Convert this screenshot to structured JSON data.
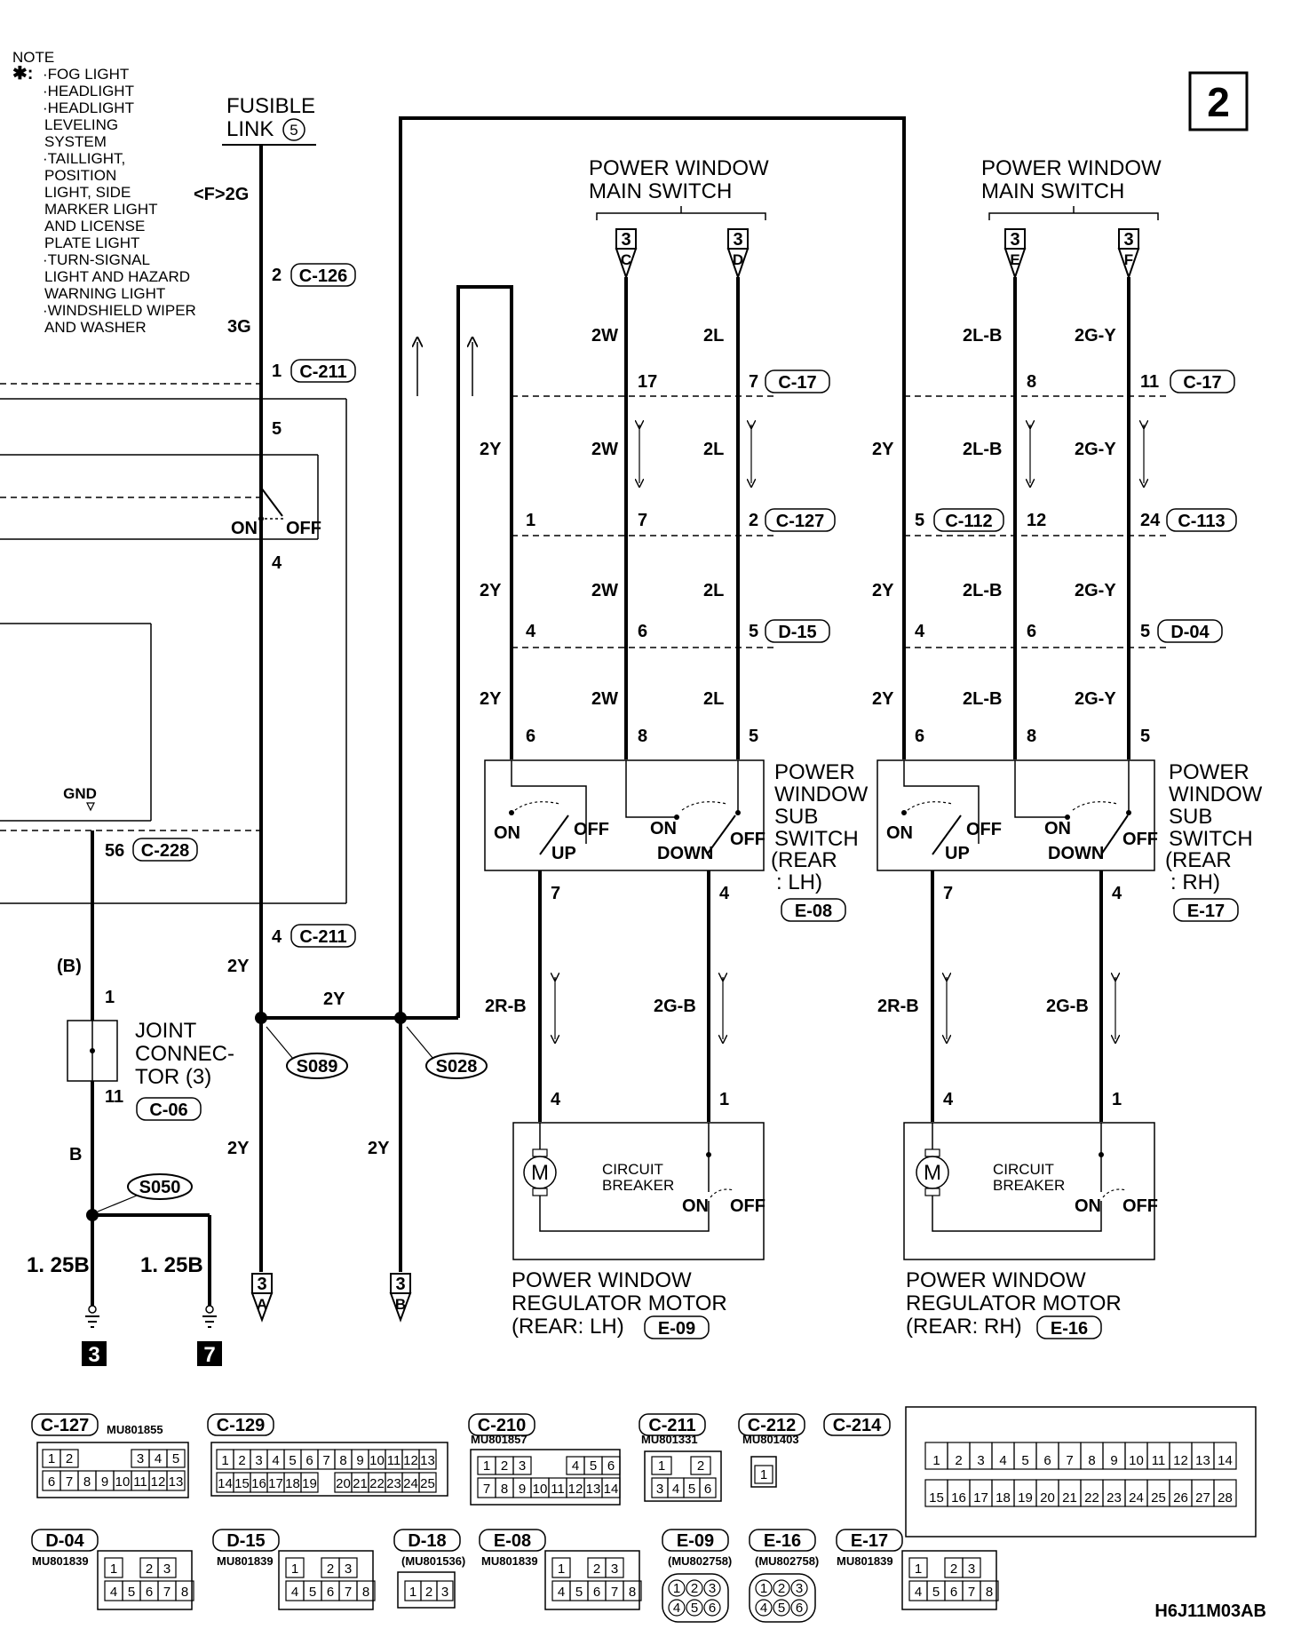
{
  "page_num": "2",
  "note": {
    "title": "NOTE",
    "star": "✱:",
    "items": [
      "·FOG LIGHT",
      "·HEADLIGHT",
      "·HEADLIGHT",
      "LEVELING",
      "SYSTEM",
      "·TAILLIGHT,",
      "POSITION",
      "LIGHT, SIDE",
      "MARKER LIGHT",
      "AND LICENSE",
      "PLATE LIGHT",
      "·TURN-SIGNAL",
      "LIGHT AND HAZARD",
      "WARNING LIGHT",
      "·WINDSHIELD WIPER",
      "AND WASHER"
    ]
  },
  "fusible": {
    "line1": "FUSIBLE",
    "line2": "LINK",
    "num": "5",
    "tag": "<F>2G"
  },
  "left_wires": {
    "pin_2": "2",
    "c126": "C-126",
    "w3g": "3G",
    "pin_1": "1",
    "c211": "C-211",
    "pin_5": "5",
    "on": "ON",
    "off": "OFF",
    "pin_4": "4",
    "gnd": "GND",
    "pin_56": "56",
    "c228": "C-228",
    "pin_4b": "4",
    "c211b": "C-211",
    "w2y_a": "2Y",
    "w2y_b": "2Y",
    "b_paren": "(B)",
    "pin_1b": "1",
    "jc1": "JOINT",
    "jc2": "CONNEC-",
    "jc3": "TOR (3)",
    "pin_11": "11",
    "c06": "C-06",
    "wb": "B",
    "w2y_c": "2Y",
    "w2y_d": "2Y",
    "s089": "S089",
    "s028": "S028",
    "s050": "S050",
    "w125a": "1. 25B",
    "w125b": "1. 25B",
    "g3": "3",
    "g7": "7",
    "ta_num": "3",
    "ta_letter": "A",
    "tb_num": "3",
    "tb_letter": "B"
  },
  "lh": {
    "header1": "POWER WINDOW",
    "header2": "MAIN SWITCH",
    "tc_num": "3",
    "tc_letter": "C",
    "td_num": "3",
    "td_letter": "D",
    "w2w": "2W",
    "w2l": "2L",
    "p17": "17",
    "p7": "7",
    "c17": "C-17",
    "w2y_1": "2Y",
    "w2w_1": "2W",
    "w2l_1": "2L",
    "p1": "1",
    "p7b": "7",
    "p2": "2",
    "c127": "C-127",
    "w2y_2": "2Y",
    "w2w_2": "2W",
    "w2l_2": "2L",
    "p4": "4",
    "p6": "6",
    "p5": "5",
    "d15": "D-15",
    "w2y_3": "2Y",
    "w2w_3": "2W",
    "w2l_3": "2L",
    "p6b": "6",
    "p8": "8",
    "p5b": "5",
    "sub1": "POWER",
    "sub2": "WINDOW",
    "sub3": "SUB",
    "sub4": "SWITCH",
    "sub5": "(REAR",
    ":lh": ": LH)",
    "e08": "E-08",
    "on1": "ON",
    "off1": "OFF",
    "up": "UP",
    "on2": "ON",
    "down": "DOWN",
    "off2": "OFF",
    "p7c": "7",
    "p4c": "4",
    "w2rb": "2R-B",
    "w2gb": "2G-B",
    "p4d": "4",
    "p1d": "1",
    "cb1": "CIRCUIT",
    "cb2": "BREAKER",
    "cbon": "ON",
    "cboff": "OFF",
    "mot1": "POWER WINDOW",
    "mot2": "REGULATOR MOTOR",
    "mot3": "(REAR: LH)",
    "e09": "E-09"
  },
  "rh": {
    "header1": "POWER WINDOW",
    "header2": "MAIN SWITCH",
    "te_num": "3",
    "te_letter": "E",
    "tf_num": "3",
    "tf_letter": "F",
    "w2lb": "2L-B",
    "w2gy": "2G-Y",
    "p8": "8",
    "p11": "11",
    "c17": "C-17",
    "w2y_0": "2Y",
    "w2lb_1": "2L-B",
    "w2gy_1": "2G-Y",
    "p5": "5",
    "c112": "C-112",
    "p12": "12",
    "p24": "24",
    "c113": "C-113",
    "w2y_2": "2Y",
    "w2lb_2": "2L-B",
    "w2gy_2": "2G-Y",
    "p4": "4",
    "p6": "6",
    "p5b": "5",
    "d04": "D-04",
    "w2y_3": "2Y",
    "w2lb_3": "2L-B",
    "w2gy_3": "2G-Y",
    "p6b": "6",
    "p8b": "8",
    "p5c": "5",
    "sub1": "POWER",
    "sub2": "WINDOW",
    "sub3": "SUB",
    "sub4": "SWITCH",
    "sub5": "(REAR",
    "sub6": ": RH)",
    "e17": "E-17",
    "on1": "ON",
    "off1": "OFF",
    "up": "UP",
    "on2": "ON",
    "down": "DOWN",
    "off2": "OFF",
    "p7": "7",
    "p4c": "4",
    "w2rb": "2R-B",
    "w2gb": "2G-B",
    "p4d": "4",
    "p1d": "1",
    "cb1": "CIRCUIT",
    "cb2": "BREAKER",
    "cbon": "ON",
    "cboff": "OFF",
    "mot1": "POWER WINDOW",
    "mot2": "REGULATOR MOTOR",
    "mot3": "(REAR: RH)",
    "e16": "E-16"
  },
  "main_wire": {
    "w2y": "2Y"
  },
  "connectors": {
    "c127": {
      "id": "C-127",
      "part": "MU801855",
      "row1": [
        "1",
        "2",
        "3",
        "4",
        "5"
      ],
      "row2": [
        "6",
        "7",
        "8",
        "9",
        "10",
        "11",
        "12",
        "13"
      ]
    },
    "c129": {
      "id": "C-129",
      "row1": [
        "1",
        "2",
        "3",
        "4",
        "5",
        "6",
        "7",
        "8",
        "9",
        "10",
        "11",
        "12",
        "13"
      ],
      "row2": [
        "14",
        "15",
        "16",
        "17",
        "18",
        "19",
        "20",
        "21",
        "22",
        "23",
        "24",
        "25"
      ]
    },
    "c210": {
      "id": "C-210",
      "part": "MU801857",
      "row1": [
        "1",
        "2",
        "3",
        "4",
        "5",
        "6"
      ],
      "row2": [
        "7",
        "8",
        "9",
        "10",
        "11",
        "12",
        "13",
        "14"
      ]
    },
    "c211": {
      "id": "C-211",
      "part": "MU801331",
      "row1": [
        "1",
        "2"
      ],
      "row2": [
        "3",
        "4",
        "5",
        "6"
      ]
    },
    "c212": {
      "id": "C-212",
      "part": "MU801403",
      "row1": [
        "1"
      ]
    },
    "c214": {
      "id": "C-214",
      "row1": [
        "1",
        "2",
        "3",
        "4",
        "5",
        "6",
        "7",
        "8",
        "9",
        "10",
        "11",
        "12",
        "13",
        "14"
      ],
      "row2": [
        "15",
        "16",
        "17",
        "18",
        "19",
        "20",
        "21",
        "22",
        "23",
        "24",
        "25",
        "26",
        "27",
        "28"
      ]
    },
    "d04": {
      "id": "D-04",
      "part": "MU801839",
      "row1": [
        "1",
        "2",
        "3"
      ],
      "row2": [
        "4",
        "5",
        "6",
        "7",
        "8"
      ]
    },
    "d15": {
      "id": "D-15",
      "part": "MU801839",
      "row1": [
        "1",
        "2",
        "3"
      ],
      "row2": [
        "4",
        "5",
        "6",
        "7",
        "8"
      ]
    },
    "d18": {
      "id": "D-18",
      "part": "(MU801536)",
      "row1": [
        "1",
        "2",
        "3"
      ]
    },
    "e08": {
      "id": "E-08",
      "part": "MU801839",
      "row1": [
        "1",
        "2",
        "3"
      ],
      "row2": [
        "4",
        "5",
        "6",
        "7",
        "8"
      ]
    },
    "e09": {
      "id": "E-09",
      "part": "(MU802758)",
      "row1": [
        "1",
        "2",
        "3"
      ],
      "row2": [
        "4",
        "5",
        "6"
      ]
    },
    "e16": {
      "id": "E-16",
      "part": "(MU802758)",
      "row1": [
        "1",
        "2",
        "3"
      ],
      "row2": [
        "4",
        "5",
        "6"
      ]
    },
    "e17": {
      "id": "E-17",
      "part": "MU801839",
      "row1": [
        "1",
        "2",
        "3"
      ],
      "row2": [
        "4",
        "5",
        "6",
        "7",
        "8"
      ]
    }
  },
  "code": "H6J11M03AB"
}
